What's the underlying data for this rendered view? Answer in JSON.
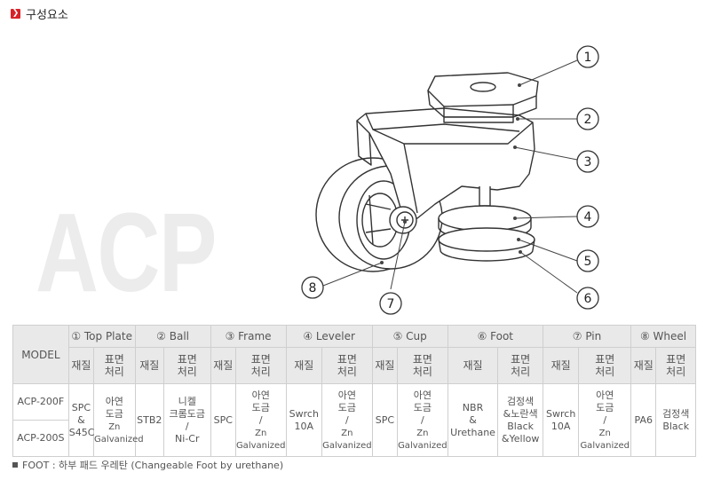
{
  "section": {
    "title": "구성요소"
  },
  "watermark": "ACP",
  "callouts": [
    "1",
    "2",
    "3",
    "4",
    "5",
    "6",
    "7",
    "8"
  ],
  "table": {
    "model_header": "MODEL",
    "groups": [
      "① Top Plate",
      "② Ball",
      "③ Frame",
      "④ Leveler",
      "⑤ Cup",
      "⑥ Foot",
      "⑦ Pin",
      "⑧ Wheel"
    ],
    "material_label": "재질",
    "finish_label_1": "표면",
    "finish_label_2": "처리",
    "models": [
      "ACP-200F",
      "ACP-200S"
    ],
    "cells": {
      "top_plate_material": [
        "SPC",
        "&",
        "S45C"
      ],
      "top_plate_finish": [
        "아연",
        "도금",
        "Zn",
        "Galvanized"
      ],
      "ball_material": "STB2",
      "ball_finish": [
        "니켈",
        "크롬도금",
        "/",
        "Ni-Cr"
      ],
      "frame_material": "SPC",
      "frame_finish": [
        "아연",
        "도금",
        "/",
        "Zn",
        "Galvanized"
      ],
      "leveler_material": [
        "Swrch",
        "10A"
      ],
      "leveler_finish": [
        "아연",
        "도금",
        "/",
        "Zn",
        "Galvanized"
      ],
      "cup_material": "SPC",
      "cup_finish": [
        "아연",
        "도금",
        "/",
        "Zn",
        "Galvanized"
      ],
      "foot_material": [
        "NBR",
        "&",
        "Urethane"
      ],
      "foot_finish": [
        "검정색",
        "&노란색",
        "Black",
        "&Yellow"
      ],
      "pin_material": [
        "Swrch",
        "10A"
      ],
      "pin_finish": [
        "아연",
        "도금",
        "/",
        "Zn",
        "Galvanized"
      ],
      "wheel_material": "PA6",
      "wheel_finish": [
        "검정색",
        "Black"
      ]
    }
  },
  "footnote": "FOOT : 하부 패드 우레탄 (Changeable Foot by urethane)",
  "colors": {
    "accent": "#d8232a",
    "header_bg": "#e9e9e9",
    "border": "#cfcfcf",
    "watermark": "#ececec"
  }
}
